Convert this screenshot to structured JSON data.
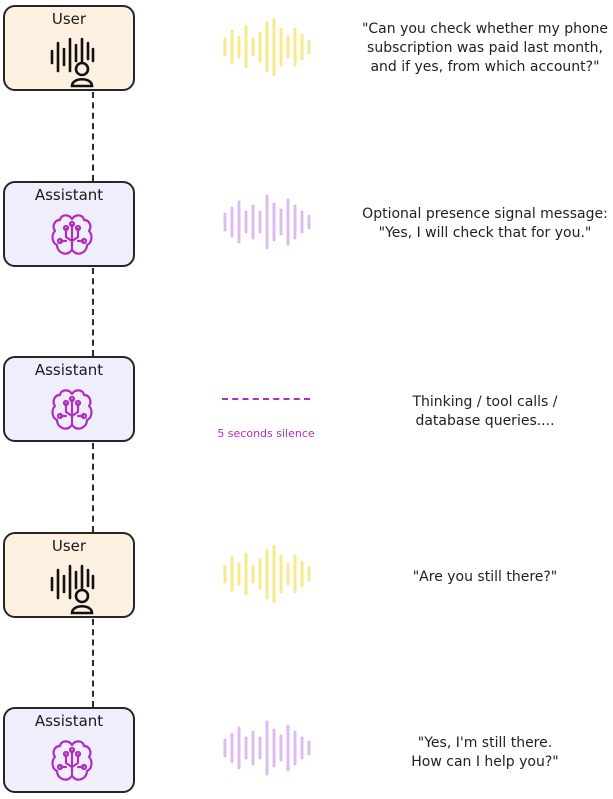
{
  "colors": {
    "user_fill": "#fdf0e1",
    "assistant_fill": "#efeefc",
    "user_wave": "#f6ea8a",
    "assistant_wave": "#dcbcf0",
    "brain_icon": "#b22dbd",
    "silence": "#b22dbd"
  },
  "steps": [
    {
      "actor": "User",
      "icon": "voice-user-icon",
      "signal": "waveform",
      "message_lines": [
        "\"Can you check whether my phone",
        "subscription was paid last month,",
        "and if yes, from which account?\""
      ]
    },
    {
      "actor": "Assistant",
      "icon": "brain-circuit-icon",
      "signal": "waveform",
      "message_lines": [
        "Optional presence signal message:",
        "\"Yes, I will check that for you.\""
      ]
    },
    {
      "actor": "Assistant",
      "icon": "brain-circuit-icon",
      "signal": "silence",
      "silence_label": "5 seconds silence",
      "message_lines": [
        "Thinking / tool calls /",
        "database queries...."
      ]
    },
    {
      "actor": "User",
      "icon": "voice-user-icon",
      "signal": "waveform",
      "message_lines": [
        "\"Are you still there?\""
      ]
    },
    {
      "actor": "Assistant",
      "icon": "brain-circuit-icon",
      "signal": "waveform",
      "message_lines": [
        "\"Yes, I'm still there.",
        "How can I help you?\""
      ]
    }
  ]
}
